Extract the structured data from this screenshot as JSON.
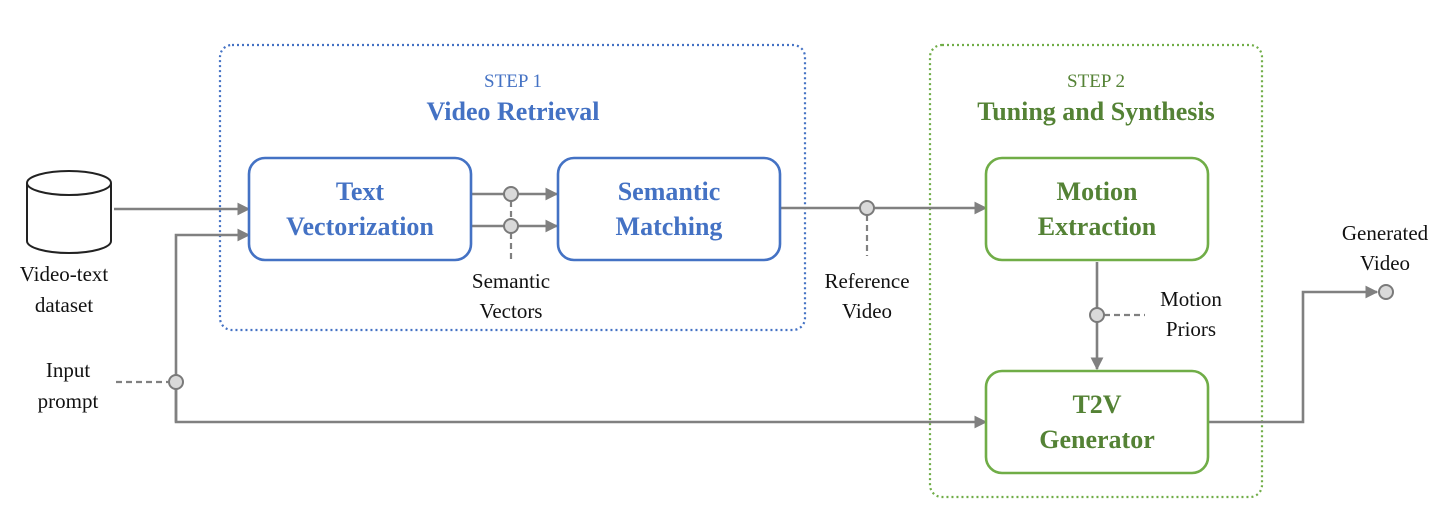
{
  "steps": [
    {
      "label": "STEP 1",
      "title": "Video Retrieval",
      "color": "#4472c4"
    },
    {
      "label": "STEP 2",
      "title": "Tuning and Synthesis",
      "color": "#548235"
    }
  ],
  "boxes": {
    "text_vectorization": [
      "Text",
      "Vectorization"
    ],
    "semantic_matching": [
      "Semantic",
      "Matching"
    ],
    "motion_extraction": [
      "Motion",
      "Extraction"
    ],
    "t2v_generator": [
      "T2V",
      "Generator"
    ]
  },
  "labels": {
    "dataset": [
      "Video-text",
      "dataset"
    ],
    "input_prompt": [
      "Input",
      "prompt"
    ],
    "semantic_vectors": [
      "Semantic",
      "Vectors"
    ],
    "reference_video": [
      "Reference",
      "Video"
    ],
    "motion_priors": [
      "Motion",
      "Priors"
    ],
    "generated_video": [
      "Generated",
      "Video"
    ]
  },
  "colors": {
    "step1_border": "#4472c4",
    "step2_border": "#70ad47",
    "step1_text": "#4472c4",
    "step2_text": "#548235",
    "connector": "#808080"
  }
}
